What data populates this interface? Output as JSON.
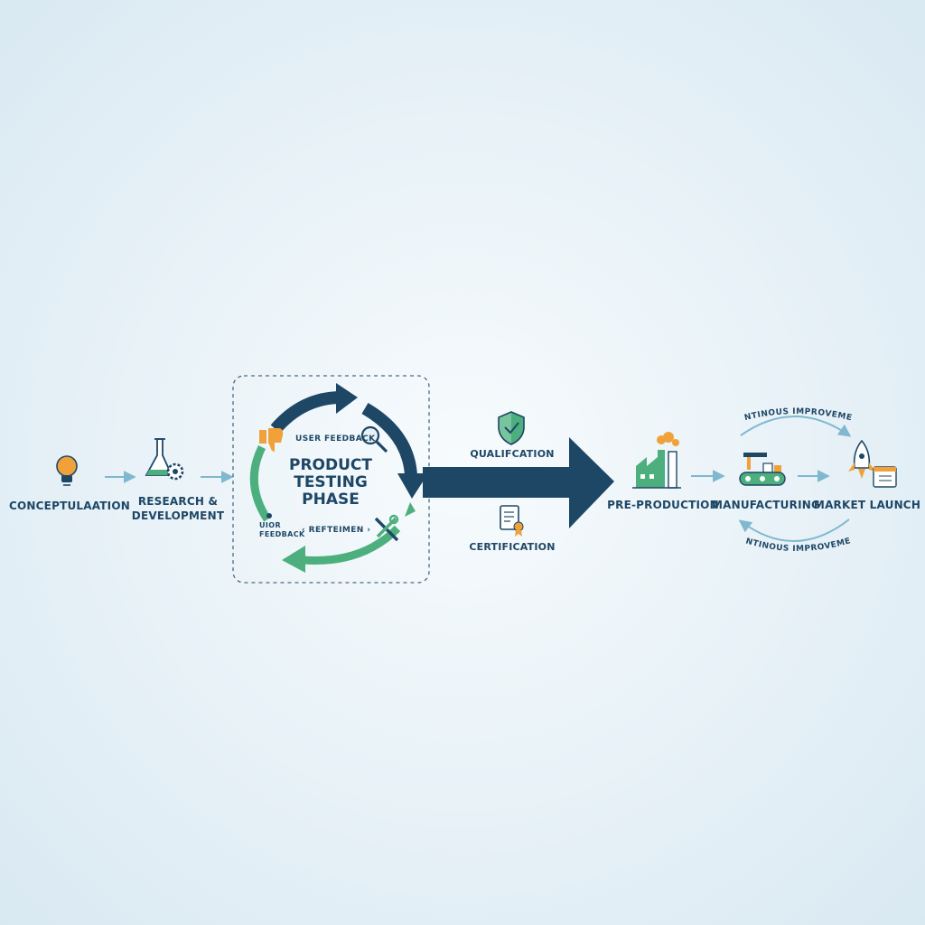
{
  "colors": {
    "navy": "#1e4766",
    "green": "#4caf7d",
    "orange": "#f0a13a",
    "arrow_light": "#7fb8cf"
  },
  "stages": {
    "conceptualization": {
      "label": "CONCEPTULAATION",
      "icon": "lightbulb-icon"
    },
    "research": {
      "line1": "RESEARCH &",
      "line2": "DEVELOPMENT",
      "icon": "flask-gear-icon"
    },
    "qualification": {
      "label": "QUALIFCATION",
      "icon": "shield-check-icon"
    },
    "certification": {
      "label": "CERTIFICATION",
      "icon": "certificate-icon"
    },
    "preproduction": {
      "label": "PRE-PRODUCTION",
      "icon": "factory-icon"
    },
    "manufacturing": {
      "label": "MANUFACTURING",
      "icon": "conveyor-icon"
    },
    "market_launch": {
      "label": "MARKET LAUNCH",
      "icon": "rocket-calendar-icon"
    }
  },
  "testing_phase": {
    "title_line1": "PRODUCT",
    "title_line2": "TESTING",
    "title_line3": "PHASE",
    "user_feedback": "USER FEEDBACK",
    "feedback_small_line1": "UIOR",
    "feedback_small_line2": "FEEDBACK",
    "refinement": "‹ REFTEIMEN ›"
  },
  "loop": {
    "top_label": "CONTINOUS IMPROVEMENT",
    "bottom_label": "CONTINOUS IMPROVEMENT"
  }
}
